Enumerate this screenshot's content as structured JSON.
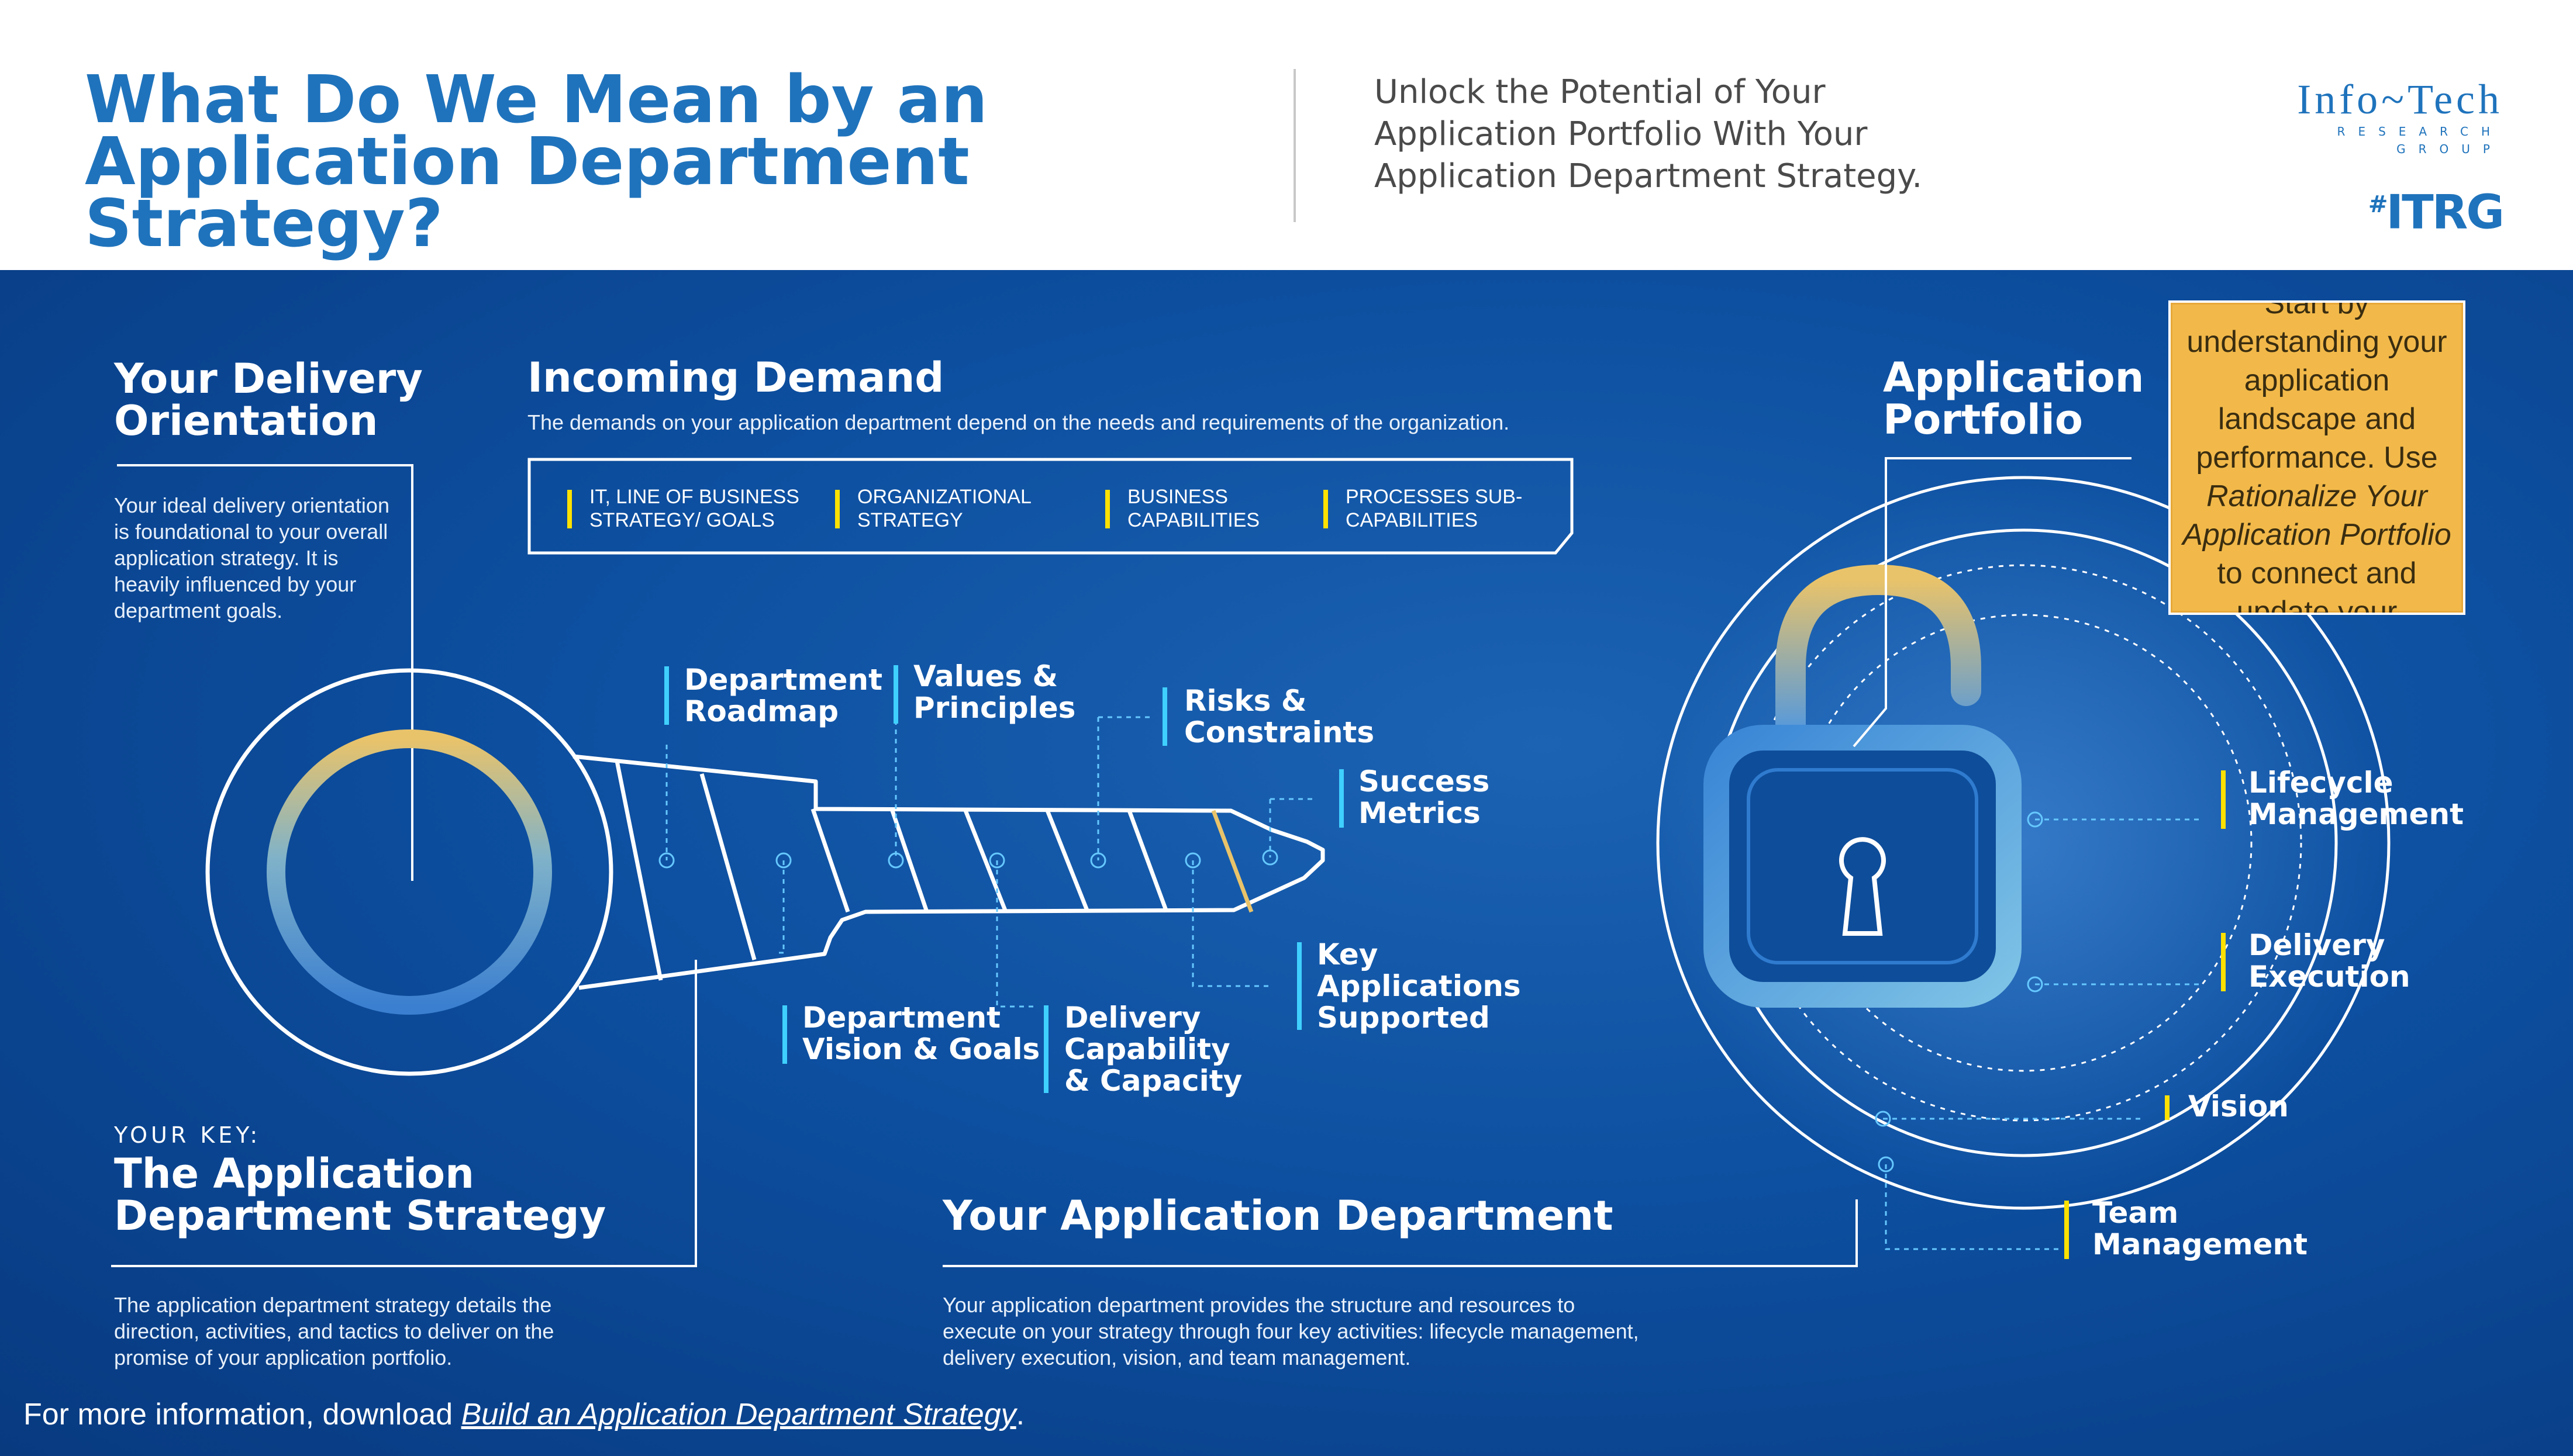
{
  "header": {
    "title": "What Do We Mean by an Application Department Strategy?",
    "subtitle": "Unlock the Potential of Your Application Portfolio With Your Application Department Strategy.",
    "brand_name": "Info~Tech",
    "brand_sub": "RESEARCH GROUP",
    "brand_tag": "ITRG",
    "brand_hash": "#"
  },
  "delivery": {
    "heading": "Your Delivery Orientation",
    "body": "Your ideal delivery orientation is foundational to your overall application strategy. It is heavily influenced by your department goals."
  },
  "demand": {
    "heading": "Incoming Demand",
    "body": "The demands on your application department depend on the needs and requirements of the organization.",
    "items": [
      "IT, LINE OF BUSINESS STRATEGY/ GOALS",
      "ORGANIZATIONAL STRATEGY",
      "BUSINESS CAPABILITIES",
      "PROCESSES SUB-CAPABILITIES"
    ]
  },
  "key_labels": {
    "roadmap": "Department Roadmap",
    "values": "Values & Principles",
    "risks": "Risks & Constraints",
    "success": "Success Metrics",
    "vision_goals": "Department Vision & Goals",
    "capability": "Delivery Capability & Capacity",
    "key_apps": "Key Applications Supported"
  },
  "portfolio": {
    "heading": "Application Portfolio"
  },
  "callout": {
    "line1": "Start by understanding your application landscape and performance. Use",
    "link": "Rationalize Your Application Portfolio",
    "line2": "to connect and update your application department orientation."
  },
  "activities": {
    "lifecycle": "Lifecycle Management",
    "execution": "Delivery Execution",
    "vision": "Vision",
    "team": "Team Management"
  },
  "your_key": {
    "eyebrow": "YOUR KEY:",
    "heading": "The Application Department Strategy",
    "body": "The application department strategy details the direction, activities, and tactics to deliver on the promise of your application portfolio."
  },
  "department": {
    "heading": "Your Application Department",
    "body": "Your application department provides the structure and resources to execute on your strategy through four key activities: lifecycle management, delivery execution, vision, and team management."
  },
  "footer": {
    "prefix": "For more information, download",
    "link": "Build an Application Department Strategy",
    "suffix": "."
  },
  "colors": {
    "title_blue": "#1f73bc",
    "panel_blue": "#0d4fa0",
    "accent_yellow": "#ffe100",
    "accent_cyan": "#3fd0ff",
    "callout_orange": "#f2b94a"
  }
}
